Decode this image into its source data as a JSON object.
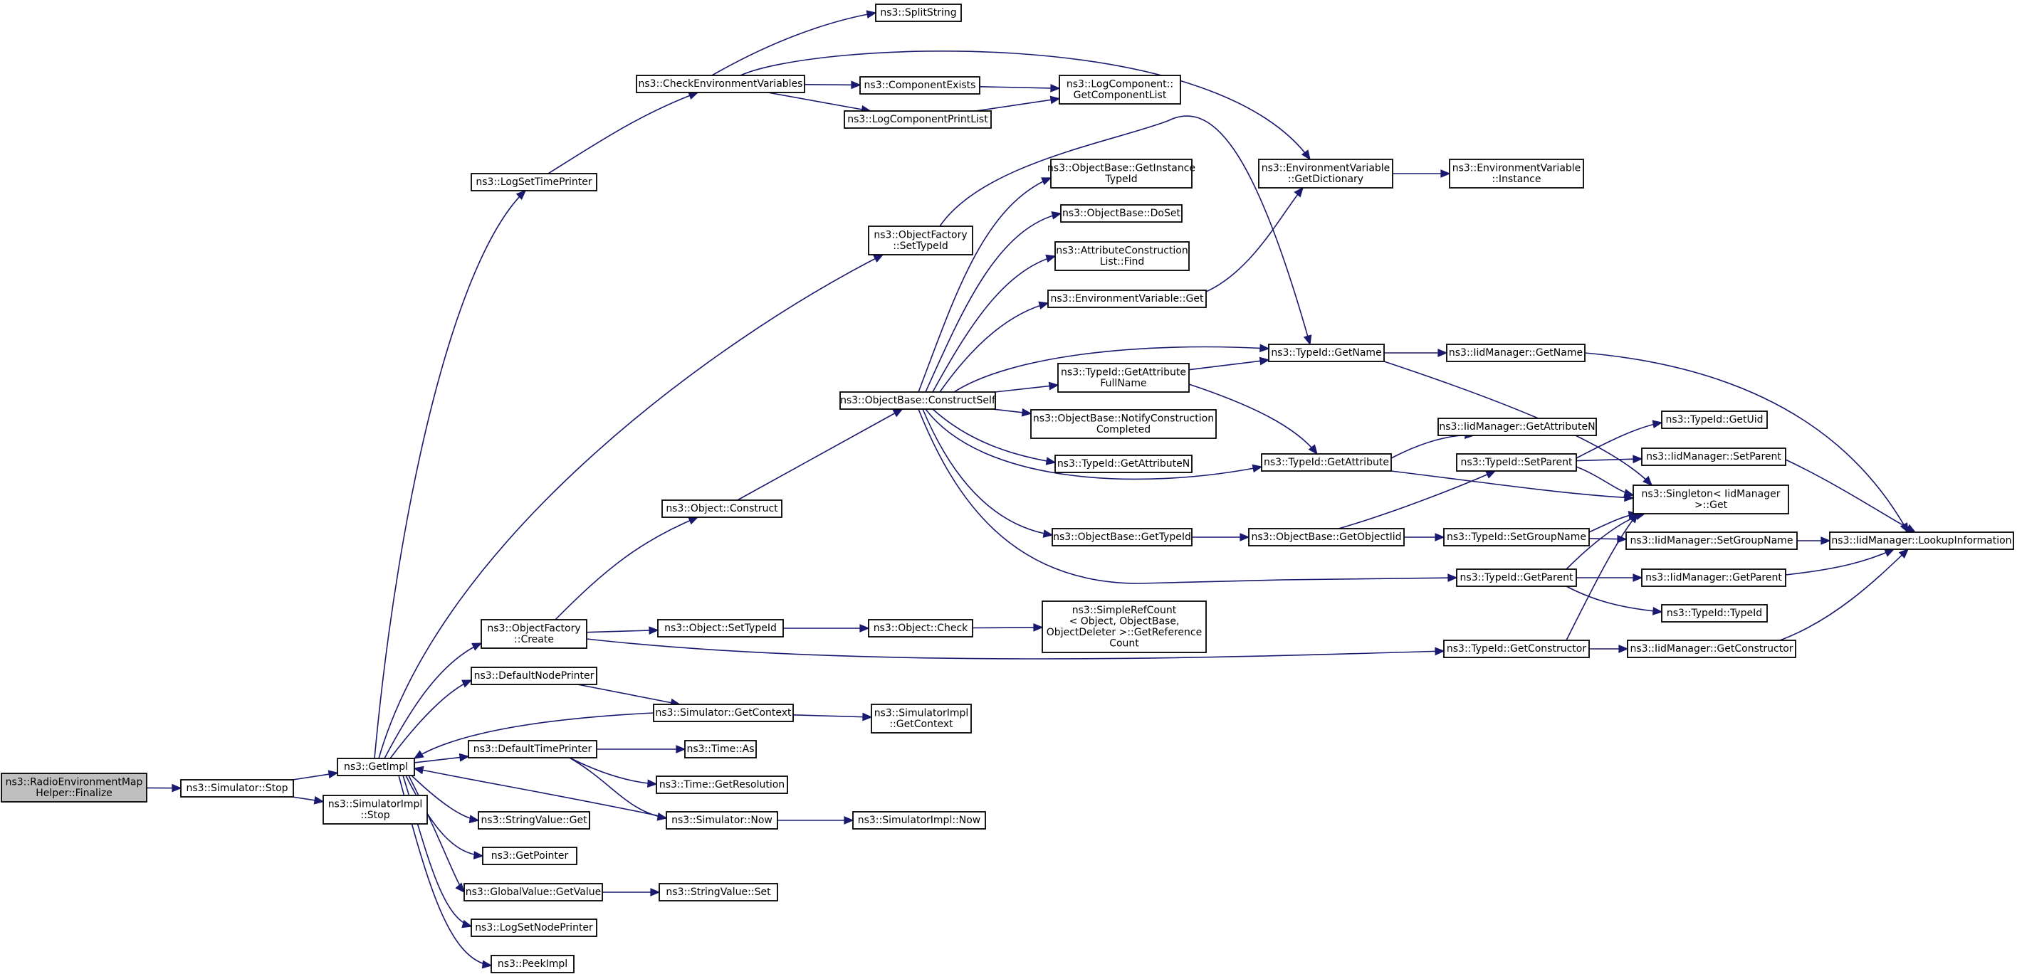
{
  "nodes": {
    "finalize": {
      "lines": [
        "ns3::RadioEnvironmentMap",
        "Helper::Finalize"
      ],
      "root": true
    },
    "sim_stop": {
      "lines": [
        "ns3::Simulator::Stop"
      ]
    },
    "getimpl": {
      "lines": [
        "ns3::GetImpl"
      ]
    },
    "simimpl_stop": {
      "lines": [
        "ns3::SimulatorImpl",
        "::Stop"
      ]
    },
    "logsettimeprinter": {
      "lines": [
        "ns3::LogSetTimePrinter"
      ]
    },
    "checkenv": {
      "lines": [
        "ns3::CheckEnvironmentVariables"
      ]
    },
    "splitstring": {
      "lines": [
        "ns3::SplitString"
      ]
    },
    "componentexists": {
      "lines": [
        "ns3::ComponentExists"
      ]
    },
    "logcompprintlist": {
      "lines": [
        "ns3::LogComponentPrintList"
      ]
    },
    "getcomponentlist": {
      "lines": [
        "ns3::LogComponent::",
        "GetComponentList"
      ]
    },
    "envvar_getdict": {
      "lines": [
        "ns3::EnvironmentVariable",
        "::GetDictionary"
      ]
    },
    "envvar_instance": {
      "lines": [
        "ns3::EnvironmentVariable",
        "::Instance"
      ]
    },
    "objfactory_settypeid": {
      "lines": [
        "ns3::ObjectFactory",
        "::SetTypeId"
      ]
    },
    "ob_getinstancetypeid": {
      "lines": [
        "ns3::ObjectBase::GetInstance",
        "TypeId"
      ]
    },
    "ob_doset": {
      "lines": [
        "ns3::ObjectBase::DoSet"
      ]
    },
    "acl_find": {
      "lines": [
        "ns3::AttributeConstruction",
        "List::Find"
      ]
    },
    "envvar_get": {
      "lines": [
        "ns3::EnvironmentVariable::Get"
      ]
    },
    "typeid_getname": {
      "lines": [
        "ns3::TypeId::GetName"
      ]
    },
    "iidmgr_getname": {
      "lines": [
        "ns3::IidManager::GetName"
      ]
    },
    "ob_constructself": {
      "lines": [
        "ns3::ObjectBase::ConstructSelf"
      ]
    },
    "typeid_getattrfullname": {
      "lines": [
        "ns3::TypeId::GetAttribute",
        "FullName"
      ]
    },
    "ob_notifyconstruction": {
      "lines": [
        "ns3::ObjectBase::NotifyConstruction",
        "Completed"
      ]
    },
    "iidmgr_getattributen": {
      "lines": [
        "ns3::IidManager::GetAttributeN"
      ]
    },
    "typeid_getuid": {
      "lines": [
        "ns3::TypeId::GetUid"
      ]
    },
    "typeid_getattributen": {
      "lines": [
        "ns3::TypeId::GetAttributeN"
      ]
    },
    "typeid_getattribute": {
      "lines": [
        "ns3::TypeId::GetAttribute"
      ]
    },
    "typeid_setparent": {
      "lines": [
        "ns3::TypeId::SetParent"
      ]
    },
    "iidmgr_setparent": {
      "lines": [
        "ns3::IidManager::SetParent"
      ]
    },
    "singleton_get": {
      "lines": [
        "ns3::Singleton< IidManager",
        " >::Get"
      ]
    },
    "object_construct": {
      "lines": [
        "ns3::Object::Construct"
      ]
    },
    "ob_gettypeid": {
      "lines": [
        "ns3::ObjectBase::GetTypeId"
      ]
    },
    "ob_getobjectiid": {
      "lines": [
        "ns3::ObjectBase::GetObjectIid"
      ]
    },
    "typeid_setgroupname": {
      "lines": [
        "ns3::TypeId::SetGroupName"
      ]
    },
    "iidmgr_setgroupname": {
      "lines": [
        "ns3::IidManager::SetGroupName"
      ]
    },
    "iidmgr_lookupinfo": {
      "lines": [
        "ns3::IidManager::LookupInformation"
      ]
    },
    "typeid_getparent": {
      "lines": [
        "ns3::TypeId::GetParent"
      ]
    },
    "iidmgr_getparent": {
      "lines": [
        "ns3::IidManager::GetParent"
      ]
    },
    "typeid_typeid": {
      "lines": [
        "ns3::TypeId::TypeId"
      ]
    },
    "objfactory_create": {
      "lines": [
        "ns3::ObjectFactory",
        "::Create"
      ]
    },
    "object_settypeid": {
      "lines": [
        "ns3::Object::SetTypeId"
      ]
    },
    "object_check": {
      "lines": [
        "ns3::Object::Check"
      ]
    },
    "simplerefcount": {
      "lines": [
        "ns3::SimpleRefCount",
        "< Object, ObjectBase,",
        " ObjectDeleter >::GetReference",
        "Count"
      ]
    },
    "typeid_getconstructor": {
      "lines": [
        "ns3::TypeId::GetConstructor"
      ]
    },
    "iidmgr_getconstructor": {
      "lines": [
        "ns3::IidManager::GetConstructor"
      ]
    },
    "defaultnodeprinter": {
      "lines": [
        "ns3::DefaultNodePrinter"
      ]
    },
    "sim_getcontext": {
      "lines": [
        "ns3::Simulator::GetContext"
      ]
    },
    "simimpl_getcontext": {
      "lines": [
        "ns3::SimulatorImpl",
        "::GetContext"
      ]
    },
    "defaulttimeprinter": {
      "lines": [
        "ns3::DefaultTimePrinter"
      ]
    },
    "time_as": {
      "lines": [
        "ns3::Time::As"
      ]
    },
    "time_getresolution": {
      "lines": [
        "ns3::Time::GetResolution"
      ]
    },
    "stringvalue_get": {
      "lines": [
        "ns3::StringValue::Get"
      ]
    },
    "sim_now": {
      "lines": [
        "ns3::Simulator::Now"
      ]
    },
    "simimpl_now": {
      "lines": [
        "ns3::SimulatorImpl::Now"
      ]
    },
    "getpointer": {
      "lines": [
        "ns3::GetPointer"
      ]
    },
    "globalvalue_getvalue": {
      "lines": [
        "ns3::GlobalValue::GetValue"
      ]
    },
    "stringvalue_set": {
      "lines": [
        "ns3::StringValue::Set"
      ]
    },
    "logsetnodeprinter": {
      "lines": [
        "ns3::LogSetNodePrinter"
      ]
    },
    "peekimpl": {
      "lines": [
        "ns3::PeekImpl"
      ]
    }
  },
  "edges": [
    [
      "finalize",
      "sim_stop"
    ],
    [
      "sim_stop",
      "getimpl"
    ],
    [
      "sim_stop",
      "simimpl_stop"
    ],
    [
      "getimpl",
      "logsettimeprinter"
    ],
    [
      "getimpl",
      "objfactory_settypeid"
    ],
    [
      "getimpl",
      "objfactory_create"
    ],
    [
      "getimpl",
      "defaultnodeprinter"
    ],
    [
      "getimpl",
      "defaulttimeprinter"
    ],
    [
      "getimpl",
      "stringvalue_get"
    ],
    [
      "getimpl",
      "getpointer"
    ],
    [
      "getimpl",
      "globalvalue_getvalue"
    ],
    [
      "getimpl",
      "logsetnodeprinter"
    ],
    [
      "getimpl",
      "peekimpl"
    ],
    [
      "sim_getcontext",
      "getimpl"
    ],
    [
      "sim_now",
      "getimpl"
    ],
    [
      "logsettimeprinter",
      "checkenv"
    ],
    [
      "checkenv",
      "splitstring"
    ],
    [
      "checkenv",
      "componentexists"
    ],
    [
      "checkenv",
      "logcompprintlist"
    ],
    [
      "checkenv",
      "envvar_getdict"
    ],
    [
      "componentexists",
      "getcomponentlist"
    ],
    [
      "logcompprintlist",
      "getcomponentlist"
    ],
    [
      "envvar_getdict",
      "envvar_instance"
    ],
    [
      "objfactory_settypeid",
      "typeid_getname"
    ],
    [
      "object_construct",
      "ob_constructself"
    ],
    [
      "ob_constructself",
      "ob_getinstancetypeid"
    ],
    [
      "ob_constructself",
      "ob_doset"
    ],
    [
      "ob_constructself",
      "acl_find"
    ],
    [
      "ob_constructself",
      "envvar_get"
    ],
    [
      "ob_constructself",
      "typeid_getname"
    ],
    [
      "ob_constructself",
      "typeid_getattrfullname"
    ],
    [
      "ob_constructself",
      "ob_notifyconstruction"
    ],
    [
      "ob_constructself",
      "typeid_getattributen"
    ],
    [
      "ob_constructself",
      "typeid_getattribute"
    ],
    [
      "ob_constructself",
      "ob_gettypeid"
    ],
    [
      "ob_constructself",
      "typeid_getparent"
    ],
    [
      "envvar_get",
      "envvar_getdict"
    ],
    [
      "typeid_getattrfullname",
      "typeid_getname"
    ],
    [
      "typeid_getattrfullname",
      "typeid_getattribute"
    ],
    [
      "typeid_getname",
      "iidmgr_getname"
    ],
    [
      "typeid_getname",
      "singleton_get"
    ],
    [
      "iidmgr_getname",
      "iidmgr_lookupinfo"
    ],
    [
      "typeid_getattribute",
      "iidmgr_getattributen"
    ],
    [
      "typeid_getattribute",
      "singleton_get"
    ],
    [
      "ob_gettypeid",
      "ob_getobjectiid"
    ],
    [
      "ob_getobjectiid",
      "typeid_setparent"
    ],
    [
      "ob_getobjectiid",
      "typeid_setgroupname"
    ],
    [
      "typeid_setparent",
      "typeid_getuid"
    ],
    [
      "typeid_setparent",
      "iidmgr_setparent"
    ],
    [
      "typeid_setparent",
      "singleton_get"
    ],
    [
      "iidmgr_setparent",
      "iidmgr_lookupinfo"
    ],
    [
      "typeid_setgroupname",
      "singleton_get"
    ],
    [
      "typeid_setgroupname",
      "iidmgr_setgroupname"
    ],
    [
      "iidmgr_setgroupname",
      "iidmgr_lookupinfo"
    ],
    [
      "typeid_getparent",
      "singleton_get"
    ],
    [
      "typeid_getparent",
      "iidmgr_getparent"
    ],
    [
      "typeid_getparent",
      "typeid_typeid"
    ],
    [
      "iidmgr_getparent",
      "iidmgr_lookupinfo"
    ],
    [
      "objfactory_create",
      "object_construct"
    ],
    [
      "objfactory_create",
      "object_settypeid"
    ],
    [
      "objfactory_create",
      "typeid_getconstructor"
    ],
    [
      "object_settypeid",
      "object_check"
    ],
    [
      "object_check",
      "simplerefcount"
    ],
    [
      "typeid_getconstructor",
      "singleton_get"
    ],
    [
      "typeid_getconstructor",
      "iidmgr_getconstructor"
    ],
    [
      "iidmgr_getconstructor",
      "iidmgr_lookupinfo"
    ],
    [
      "defaultnodeprinter",
      "sim_getcontext"
    ],
    [
      "sim_getcontext",
      "simimpl_getcontext"
    ],
    [
      "defaulttimeprinter",
      "time_as"
    ],
    [
      "defaulttimeprinter",
      "time_getresolution"
    ],
    [
      "defaulttimeprinter",
      "sim_now"
    ],
    [
      "sim_now",
      "simimpl_now"
    ],
    [
      "globalvalue_getvalue",
      "stringvalue_set"
    ]
  ]
}
